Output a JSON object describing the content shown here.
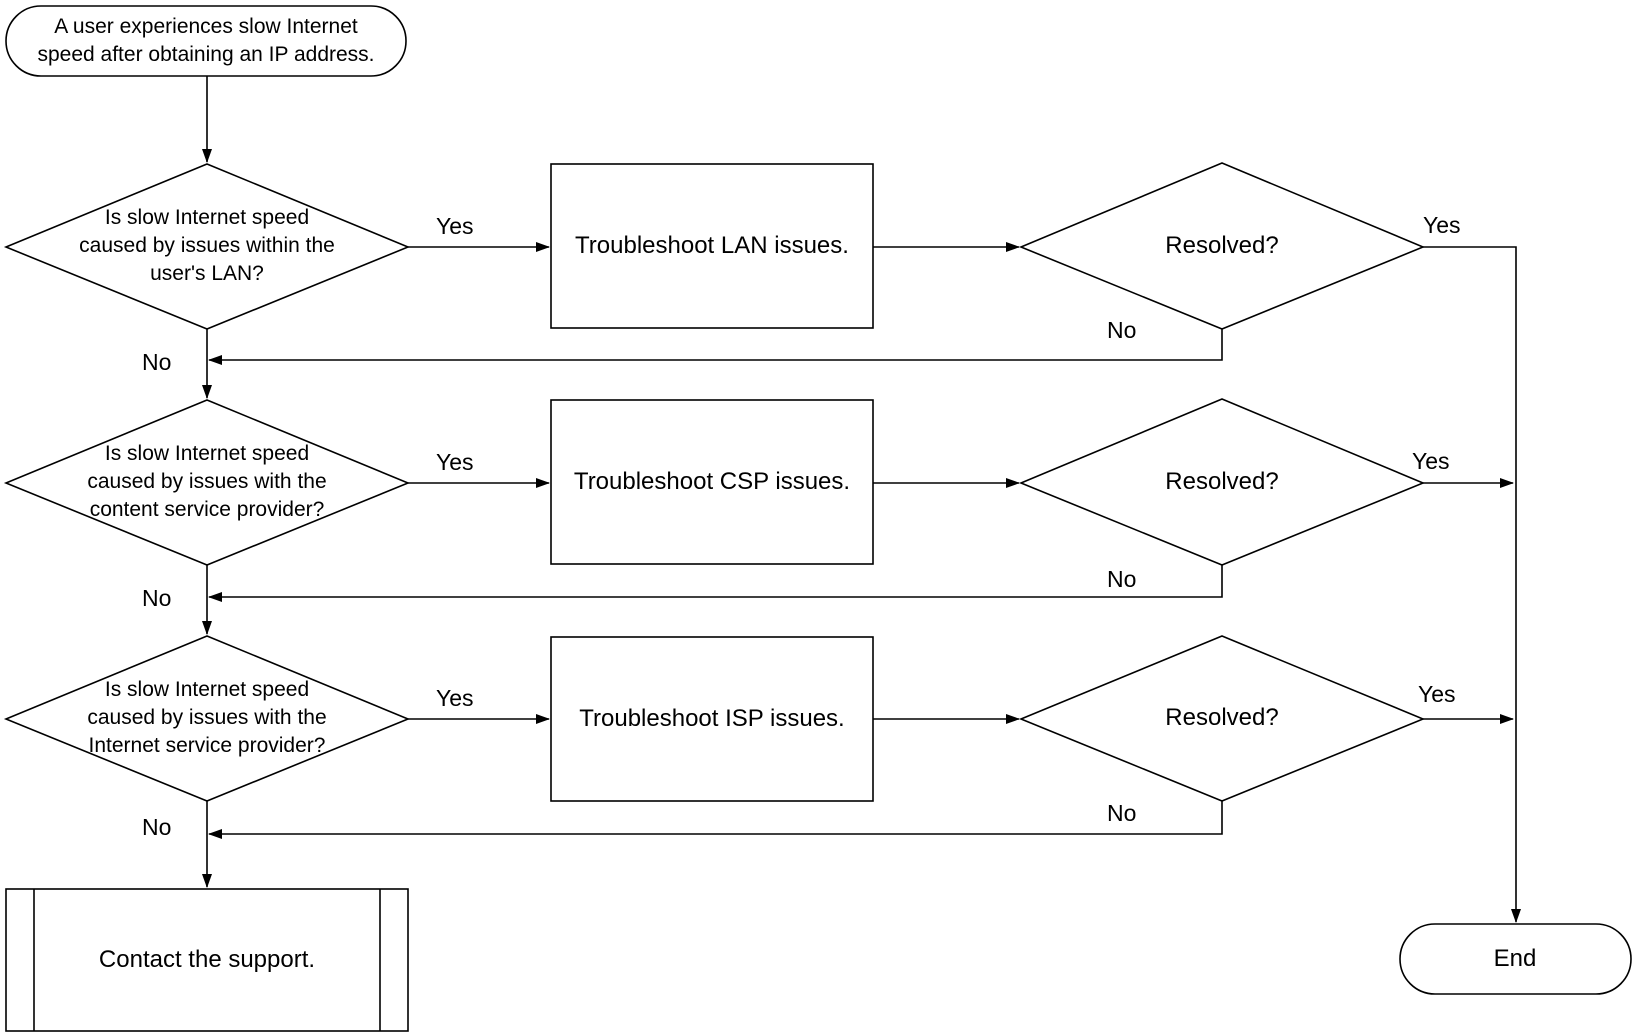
{
  "start": {
    "line1": "A user experiences slow Internet",
    "line2": "speed after obtaining an IP address."
  },
  "decisions": [
    {
      "line1": "Is slow Internet speed",
      "line2": "caused by issues within the",
      "line3": "user's LAN?"
    },
    {
      "line1": "Is slow Internet speed",
      "line2": "caused by issues with the",
      "line3": "content service provider?"
    },
    {
      "line1": "Is slow Internet speed",
      "line2": "caused by issues with the",
      "line3": "Internet service provider?"
    }
  ],
  "processes": [
    {
      "label": "Troubleshoot LAN issues."
    },
    {
      "label": "Troubleshoot CSP issues."
    },
    {
      "label": "Troubleshoot ISP issues."
    }
  ],
  "resolved": [
    {
      "label": "Resolved?"
    },
    {
      "label": "Resolved?"
    },
    {
      "label": "Resolved?"
    }
  ],
  "support": {
    "label": "Contact the support."
  },
  "end": {
    "label": "End"
  },
  "edges": {
    "yes": "Yes",
    "no": "No"
  }
}
